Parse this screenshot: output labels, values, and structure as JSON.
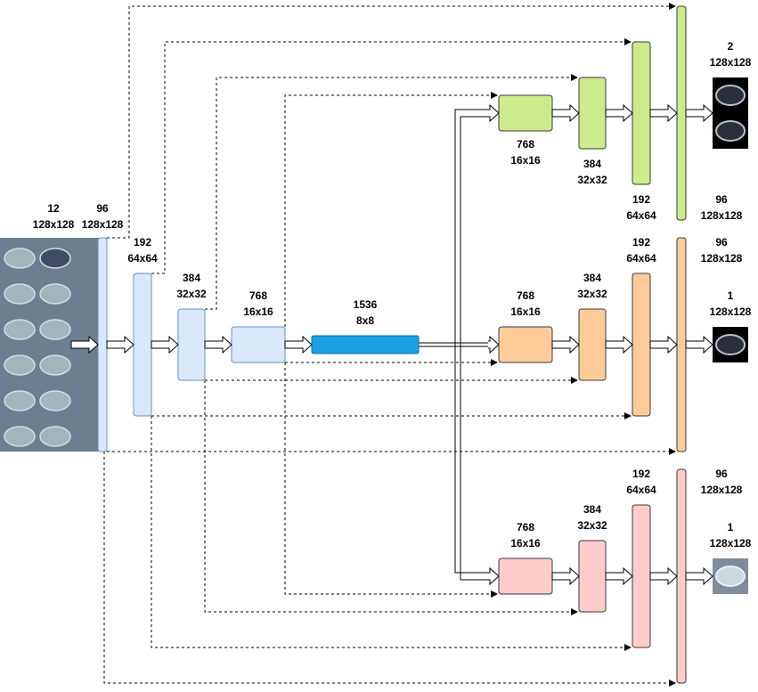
{
  "colors": {
    "encoder": "#dae8fc",
    "encoder_stroke": "#6c8ebf",
    "bottleneck": "#1ba1e2",
    "decoder_green": "#cdeb8b",
    "decoder_orange": "#ffcc99",
    "decoder_pink": "#ffcccc",
    "decoder_stroke": "#36393d",
    "input_image_bg": "#6f7d91"
  },
  "input": {
    "channels": "12",
    "size": "128x128"
  },
  "encoder": [
    {
      "channels": "96",
      "size": "128x128"
    },
    {
      "channels": "192",
      "size": "64x64"
    },
    {
      "channels": "384",
      "size": "32x32"
    },
    {
      "channels": "768",
      "size": "16x16"
    }
  ],
  "bottleneck": {
    "channels": "1536",
    "size": "8x8"
  },
  "decoders": [
    {
      "name": "green",
      "blocks": [
        {
          "channels": "768",
          "size": "16x16"
        },
        {
          "channels": "384",
          "size": "32x32"
        },
        {
          "channels": "192",
          "size": "64x64"
        },
        {
          "channels": "96",
          "size": "128x128"
        }
      ],
      "output": {
        "channels": "2",
        "size": "128x128"
      }
    },
    {
      "name": "orange",
      "blocks": [
        {
          "channels": "768",
          "size": "16x16"
        },
        {
          "channels": "384",
          "size": "32x32"
        },
        {
          "channels": "192",
          "size": "64x64"
        },
        {
          "channels": "96",
          "size": "128x128"
        }
      ],
      "output": {
        "channels": "1",
        "size": "128x128"
      }
    },
    {
      "name": "pink",
      "blocks": [
        {
          "channels": "768",
          "size": "16x16"
        },
        {
          "channels": "384",
          "size": "32x32"
        },
        {
          "channels": "192",
          "size": "64x64"
        },
        {
          "channels": "96",
          "size": "128x128"
        }
      ],
      "output": {
        "channels": "1",
        "size": "128x128"
      }
    }
  ]
}
